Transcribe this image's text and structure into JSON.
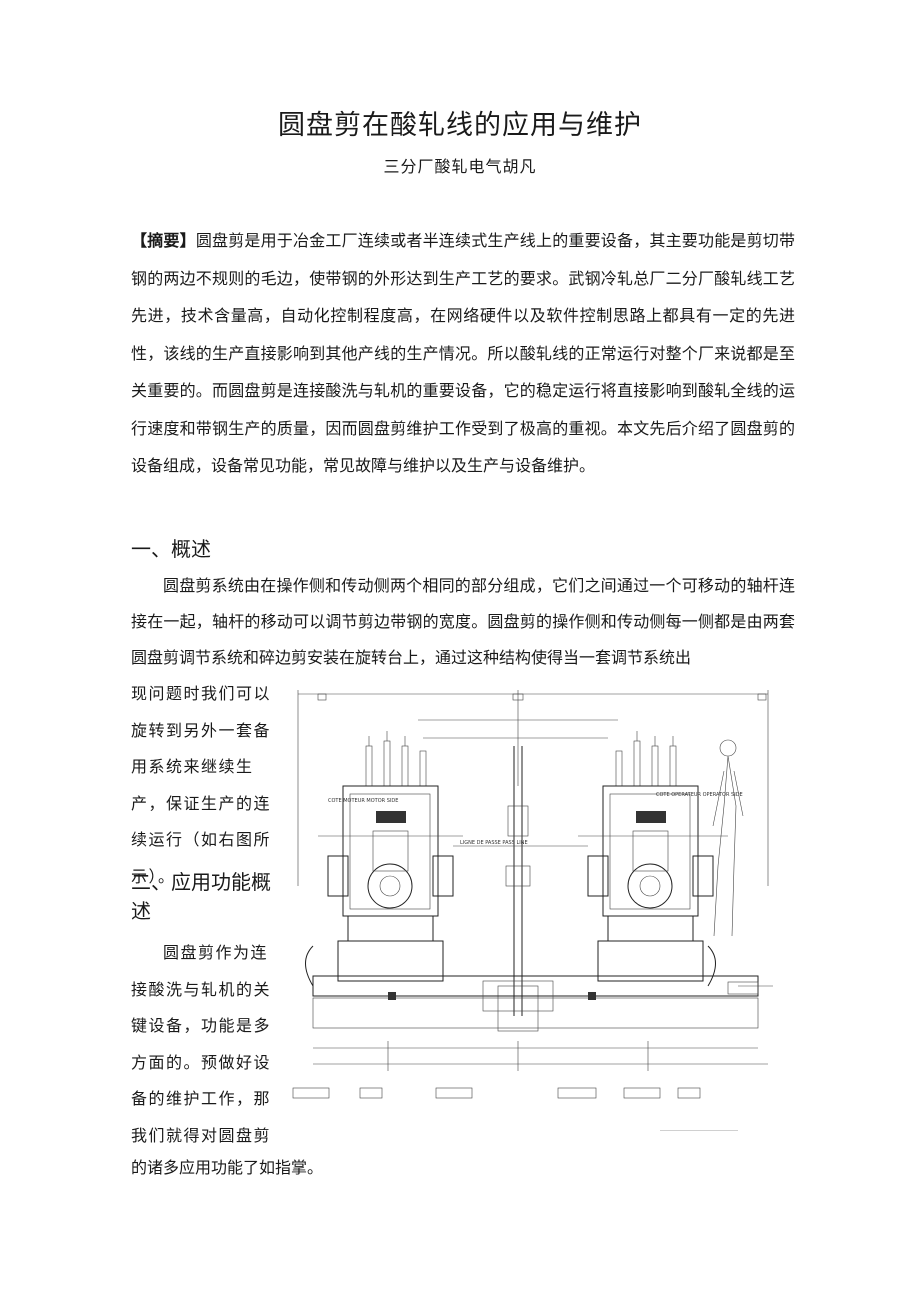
{
  "document": {
    "title": "圆盘剪在酸轧线的应用与维护",
    "author": "三分厂酸轧电气胡凡",
    "abstract_label": "【摘要】",
    "abstract_text": "圆盘剪是用于冶金工厂连续或者半连续式生产线上的重要设备，其主要功能是剪切带钢的两边不规则的毛边，使带钢的外形达到生产工艺的要求。武钢冷轧总厂二分厂酸轧线工艺先进，技术含量高，自动化控制程度高，在网络硬件以及软件控制思路上都具有一定的先进性，该线的生产直接影响到其他产线的生产情况。所以酸轧线的正常运行对整个厂来说都是至关重要的。而圆盘剪是连接酸洗与轧机的重要设备，它的稳定运行将直接影响到酸轧全线的运行速度和带钢生产的质量，因而圆盘剪维护工作受到了极高的重视。本文先后介绍了圆盘剪的设备组成，设备常见功能，常见故障与维护以及生产与设备维护。"
  },
  "section1": {
    "heading": "一、概述",
    "para": "圆盘剪系统由在操作侧和传动侧两个相同的部分组成，它们之间通过一个可移动的轴杆连接在一起，轴杆的移动可以调节剪边带钢的宽度。圆盘剪的操作侧和传动侧每一侧都是由两套圆盘剪调节系统和碎边剪安装在旋转台上，通过这种结构使得当一套调节系统出",
    "wrap_text": "现问题时我们可以旋转到另外一套备用系统来继续生产，保证生产的连续运行（如右图所示）。"
  },
  "section2": {
    "heading": "二、应用功能概述",
    "wrap_text": "圆盘剪作为连接酸洗与轧机的关键设备，功能是多方面的。预做好设备的维护工作，那我们就得对圆盘剪",
    "tail_text": "的诸多应用功能了如指掌。"
  },
  "figure": {
    "labels": {
      "drive_side": "COTE MOTEUR MOTOR SIDE",
      "operator_side": "COTE OPERATEUR OPERATOR SIDE",
      "pass_line": "LIGNE DE PASSE PASS LINE"
    }
  }
}
